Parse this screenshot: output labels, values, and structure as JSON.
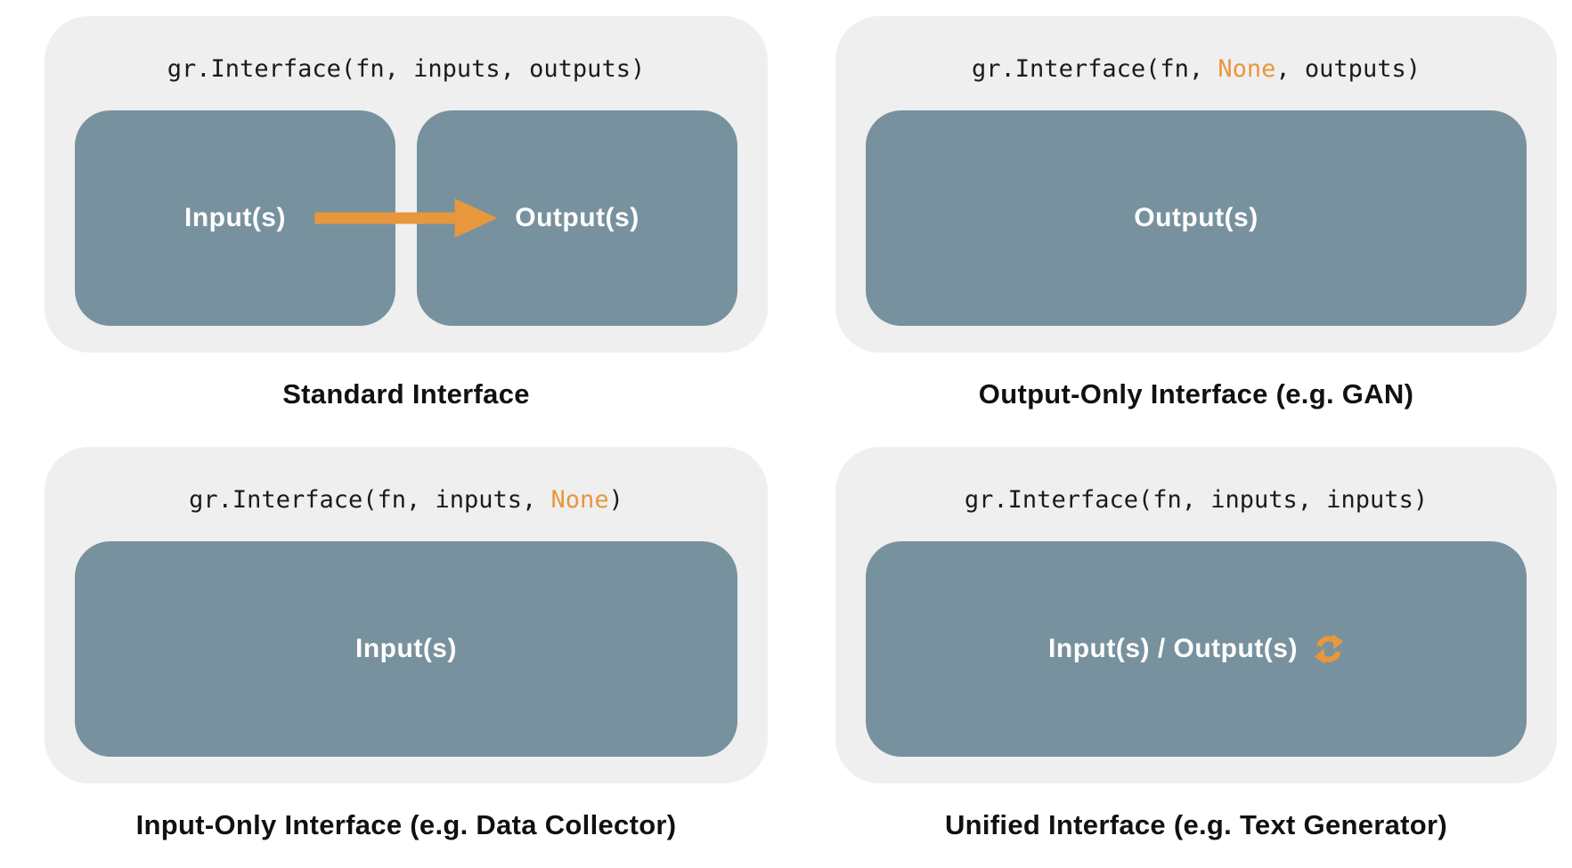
{
  "palette": {
    "panel_bg": "#efefef",
    "box_bg": "#78919e",
    "accent_orange": "#e8973c",
    "code_text": "#1b1b1b",
    "caption_text": "#111111",
    "box_text": "#ffffff"
  },
  "panels": [
    {
      "caption": "Standard Interface",
      "code_before": "gr.Interface(fn, inputs, outputs)",
      "code_highlight": "",
      "code_after": "",
      "boxes": [
        "Input(s)",
        "Output(s)"
      ],
      "arrow_icon": "right-arrow"
    },
    {
      "caption": "Output-Only Interface (e.g. GAN)",
      "code_before": "gr.Interface(fn, ",
      "code_highlight": "None",
      "code_after": ", outputs)",
      "boxes": [
        "Output(s)"
      ]
    },
    {
      "caption": "Input-Only Interface (e.g. Data Collector)",
      "code_before": "gr.Interface(fn, inputs, ",
      "code_highlight": "None",
      "code_after": ")",
      "boxes": [
        "Input(s)"
      ]
    },
    {
      "caption": "Unified Interface (e.g. Text Generator)",
      "code_before": "gr.Interface(fn, inputs, inputs)",
      "code_highlight": "",
      "code_after": "",
      "boxes": [
        "Input(s) / Output(s)"
      ],
      "icon": "refresh"
    }
  ]
}
